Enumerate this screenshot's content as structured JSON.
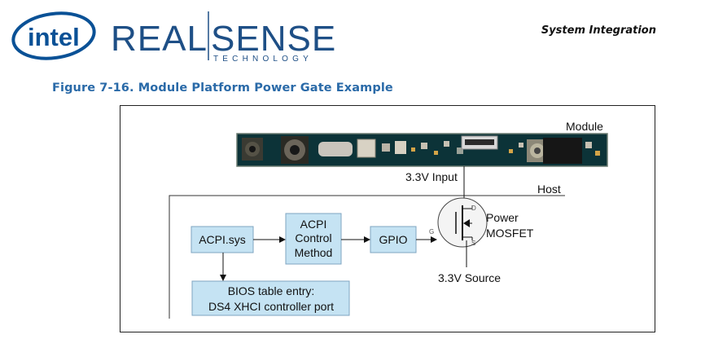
{
  "header": {
    "brand_intel": "intel",
    "brand_real": "REAL",
    "brand_sense": "SENSE",
    "brand_tech": "TECHNOLOGY",
    "section": "System Integration"
  },
  "figure": {
    "caption": "Figure 7-16. Module Platform Power Gate Example"
  },
  "diagram": {
    "module_label": "Module",
    "host_label": "Host",
    "input_label": "3.3V Input",
    "source_label": "3.3V Source",
    "mosfet_line1": "Power",
    "mosfet_line2": "MOSFET",
    "pin_d": "D",
    "pin_g": "G",
    "pin_s": "S",
    "box_acpi_sys": "ACPI.sys",
    "box_control_1": "ACPI",
    "box_control_2": "Control",
    "box_control_3": "Method",
    "box_gpio": "GPIO",
    "box_bios_1": "BIOS table entry:",
    "box_bios_2": "DS4 XHCI controller port"
  },
  "colors": {
    "intel_blue": "#0a5196",
    "caption_blue": "#2a6aa8",
    "box_fill": "#c5e3f3",
    "box_border": "#7fa5c0",
    "pcb": "#0c3338"
  }
}
